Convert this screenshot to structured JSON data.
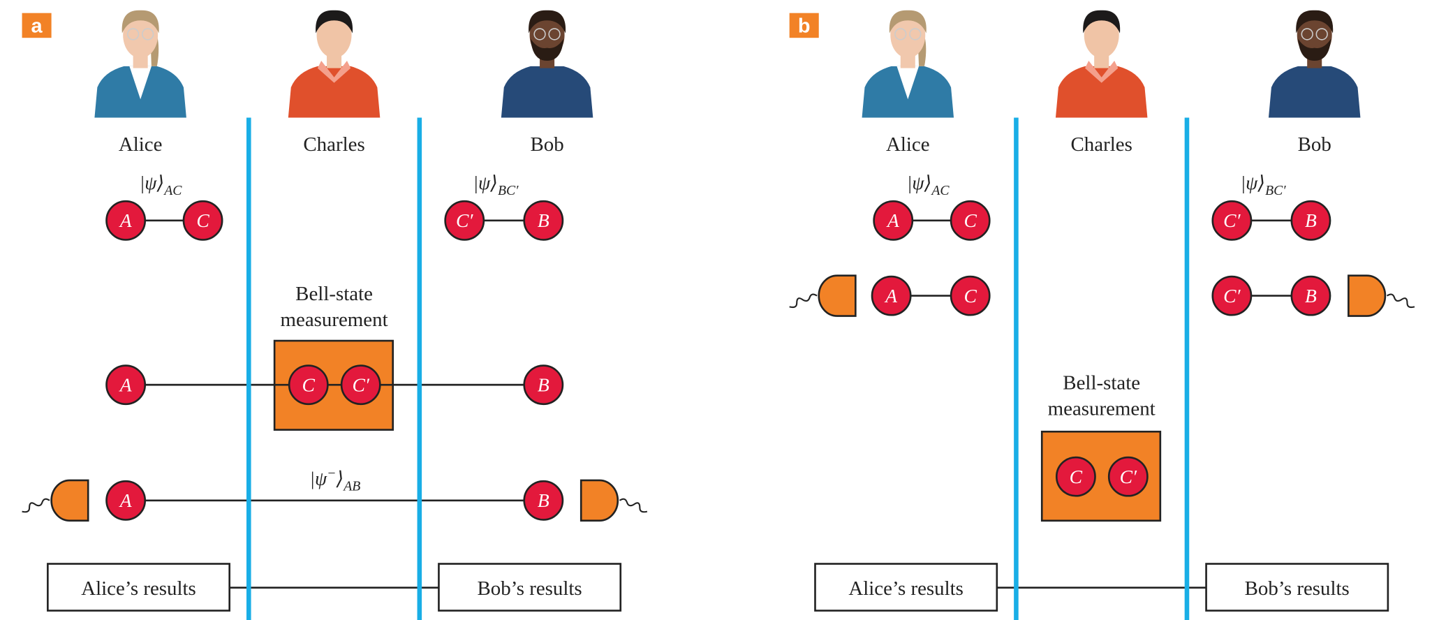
{
  "panels": [
    {
      "label": "a",
      "people": [
        "Alice",
        "Charles",
        "Bob"
      ],
      "state_ac": {
        "ket": "|ψ⟩",
        "sub": "AC"
      },
      "state_bc": {
        "ket": "|ψ⟩",
        "sub": "BC′"
      },
      "bsm_label": [
        "Bell-state",
        "measurement"
      ],
      "state_ab": {
        "ket": "|ψ",
        "sup": "−",
        "close": "⟩",
        "sub": "AB"
      },
      "results": [
        "Alice’s results",
        "Bob’s results"
      ]
    },
    {
      "label": "b",
      "people": [
        "Alice",
        "Charles",
        "Bob"
      ],
      "state_ac": {
        "ket": "|ψ⟩",
        "sub": "AC"
      },
      "state_bc": {
        "ket": "|ψ⟩",
        "sub": "BC′"
      },
      "bsm_label": [
        "Bell-state",
        "measurement"
      ],
      "results": [
        "Alice’s results",
        "Bob’s results"
      ]
    }
  ],
  "qubits": {
    "A": "A",
    "C": "C",
    "Cp": "C′",
    "B": "B"
  },
  "colors": {
    "label_bg": "#f28226",
    "divider": "#19aee6",
    "qubit": "#e3193c",
    "detector": "#f28226",
    "alice_jacket": "#2f7ba6",
    "charles_shirt": "#e0502c",
    "bob_shirt": "#264a78"
  }
}
